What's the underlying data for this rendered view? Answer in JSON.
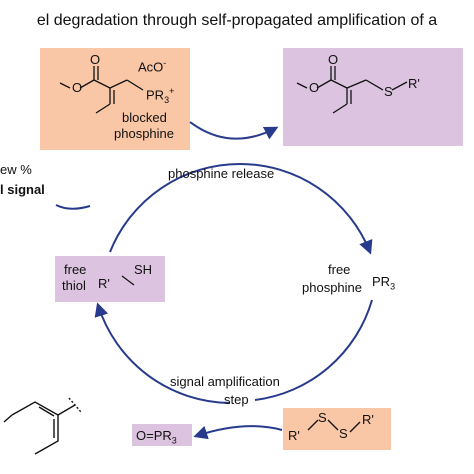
{
  "title": "el degradation through self-propagated amplification of a",
  "left_note": {
    "line1": "ew %",
    "line2": "l signal"
  },
  "colors": {
    "orange_box": "#f9c6a6",
    "purple_box": "#dcc3e0",
    "arrow": "#283a8c",
    "bond": "#111111"
  },
  "boxes": {
    "blocked_phosphine": {
      "counterion": "AcO",
      "charge_minus": "-",
      "group": "PR",
      "sub": "3",
      "charge_plus": "+",
      "label_line1": "blocked",
      "label_line2": "phosphine"
    },
    "thioether": {
      "group": "S",
      "r": "R'"
    },
    "free_thiol": {
      "label_line1": "free",
      "label_line2": "thiol",
      "r": "R'",
      "sh": "SH"
    },
    "disulfide": {
      "r1": "R'",
      "s1": "S",
      "s2": "S",
      "r2": "R'"
    },
    "phosphine_oxide": {
      "text": "O=PR",
      "sub": "3"
    }
  },
  "cycle": {
    "phosphine_release": "phosphine release",
    "free_phosphine_line1": "free",
    "free_phosphine_line2": "phosphine",
    "pr": "PR",
    "pr_sub": "3",
    "signal_amplification_line1": "signal amplification",
    "signal_amplification_line2": "step"
  }
}
